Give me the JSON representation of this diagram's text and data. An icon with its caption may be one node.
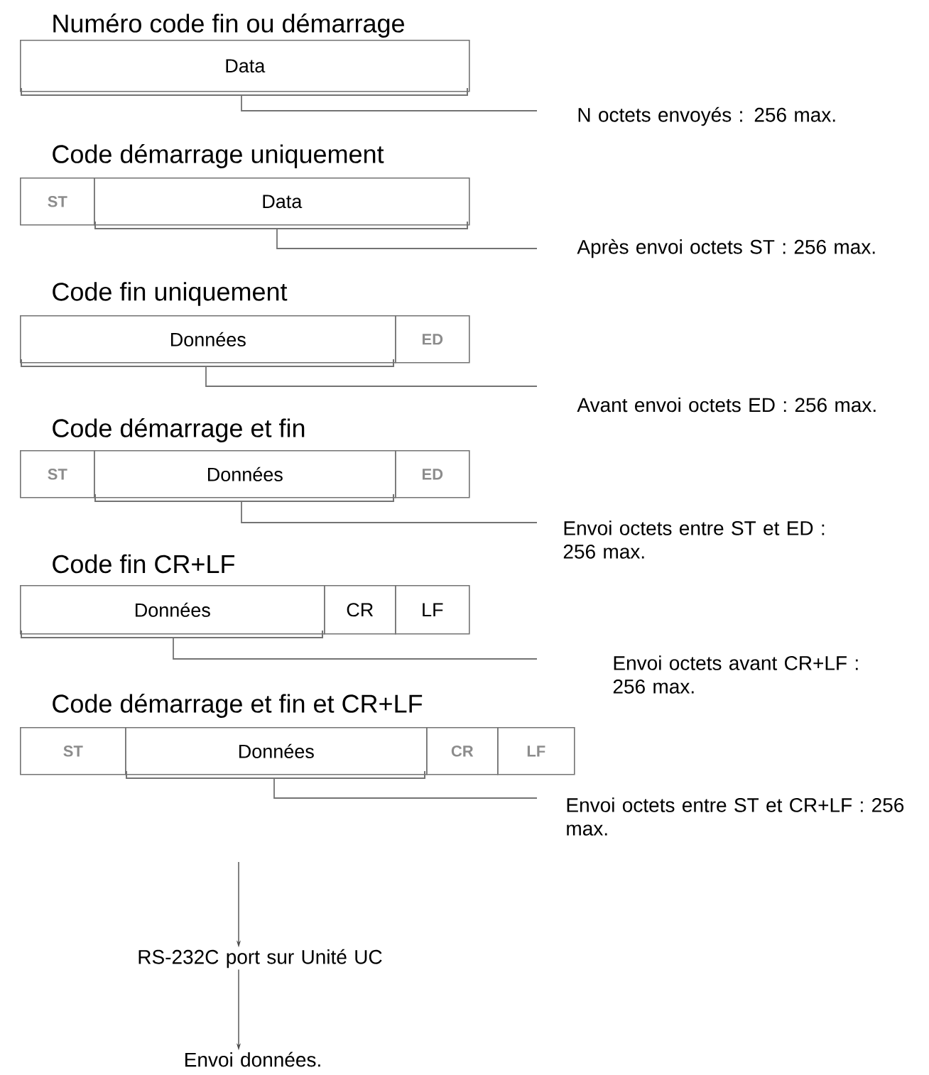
{
  "diagram": {
    "nodes": [
      {
        "text": [
          "Data"
        ]
      },
      {
        "text": [
          "N octets envoyés : 256 max."
        ]
      },
      {
        "text": [
          "ST"
        ]
      },
      {
        "text": [
          "Data"
        ]
      },
      {
        "text": [
          "Après envoi octets ST : 256 max."
        ]
      },
      {
        "text": [
          "Données"
        ]
      },
      {
        "text": [
          "ED"
        ]
      },
      {
        "text": [
          "Avant envoi octets ED : 256 max."
        ]
      },
      {
        "text": [
          "ST"
        ]
      },
      {
        "text": [
          "Données"
        ]
      },
      {
        "text": [
          "ED"
        ]
      },
      {
        "text": [
          "Envoi octets entre ST et ED : 256 max."
        ]
      },
      {
        "text": [
          "Données"
        ]
      },
      {
        "text": [
          "CR"
        ]
      },
      {
        "text": [
          "LF"
        ]
      },
      {
        "text": [
          "Envoi octets avant CR+LF : 256 max."
        ]
      },
      {
        "text": [
          "ST"
        ]
      },
      {
        "text": [
          "Données"
        ]
      },
      {
        "text": [
          "CR"
        ]
      },
      {
        "text": [
          "LF"
        ]
      },
      {
        "text": [
          "Envoi octets entre ST et CR+LF : 256 max."
        ]
      },
      {
        "text": [
          "RS-232C port sur Unité UC"
        ]
      },
      {
        "text": [
          "Envoi données."
        ]
      }
    ],
    "edges": [
      {
        "from": 1,
        "to": 0,
        "arrow": "none"
      },
      {
        "from": 4,
        "to": 3,
        "arrow": "none"
      },
      {
        "from": 7,
        "to": 5,
        "arrow": "none"
      },
      {
        "from": 11,
        "to": 9,
        "arrow": "none"
      },
      {
        "from": 15,
        "to": 12,
        "arrow": "none"
      },
      {
        "from": 20,
        "to": 17,
        "arrow": "none"
      },
      {
        "from": null,
        "to": 21,
        "arrow": "to"
      },
      {
        "from": 21,
        "to": 22,
        "arrow": "to"
      }
    ],
    "labels": [
      "Numéro code fin ou démarrage",
      "Code démarrage uniquement",
      "Code fin uniquement",
      "Code démarrage et fin",
      "Code fin CR+LF",
      "Code démarrage et fin et CR+LF"
    ]
  }
}
